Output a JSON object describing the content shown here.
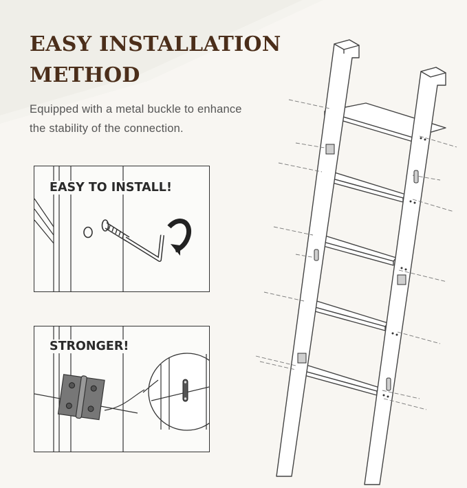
{
  "heading": {
    "line1": "EASY INSTALLATION",
    "line2": "METHOD"
  },
  "description": {
    "line1": "Equipped with a metal buckle to enhance",
    "line2": "the stability of the connection."
  },
  "panels": [
    {
      "label": "EASY TO INSTALL!",
      "illustration": "hex-key-and-bolt"
    },
    {
      "label": "STRONGER!",
      "illustration": "metal-hinge"
    }
  ],
  "colors": {
    "heading": "#4b2e1a",
    "text": "#555555",
    "background": "#f8f6f2",
    "line": "#333333"
  },
  "main_illustration": "leaning-ladder-shelf"
}
